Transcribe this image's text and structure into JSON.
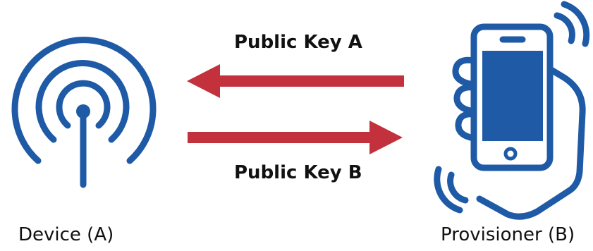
{
  "colors": {
    "icon_blue": "#1f5aa6",
    "arrow_red": "#c2313c",
    "text": "#111111",
    "background": "#ffffff"
  },
  "icons": {
    "device": "antenna-broadcast-icon",
    "provisioner": "hand-holding-phone-icon"
  },
  "nodes": {
    "device": {
      "label": "Device (A)"
    },
    "provisioner": {
      "label": "Provisioner (B)"
    }
  },
  "edges": [
    {
      "from": "provisioner",
      "to": "device",
      "label": "Public Key A"
    },
    {
      "from": "device",
      "to": "provisioner",
      "label": "Public Key B"
    }
  ]
}
